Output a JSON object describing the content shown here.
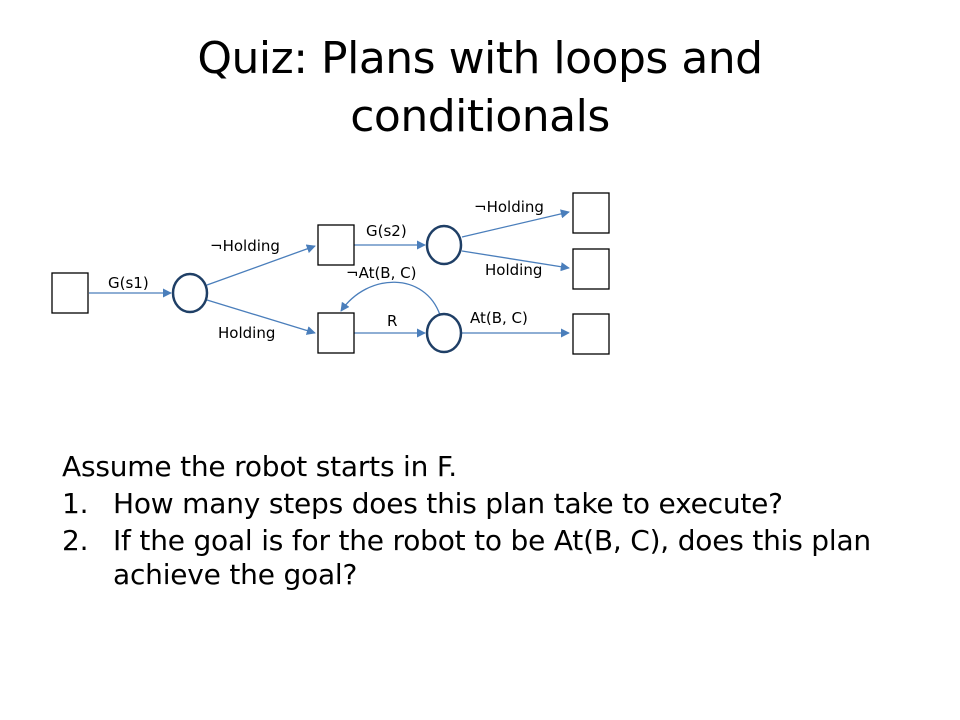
{
  "title": {
    "line1": "Quiz:  Plans with loops and",
    "line2": "conditionals"
  },
  "diagram": {
    "negation_symbol": "¬",
    "labels": {
      "g_s1": "G(s1)",
      "not_holding_1": "Holding",
      "holding_1": "Holding",
      "g_s2": "G(s2)",
      "not_at_bc": "At(B, C)",
      "r": "R",
      "not_holding_2": "Holding",
      "holding_2": "Holding",
      "at_bc": "At(B, C)"
    },
    "colors": {
      "edge": "#4a7ebb",
      "node_stroke": "#000000",
      "action_node_stroke": "#1f3f66"
    }
  },
  "body": {
    "intro": "Assume the robot starts in F.",
    "questions": [
      {
        "number": "1.",
        "text": "How many steps does this plan take to execute?"
      },
      {
        "number": "2.",
        "text": "If the goal is for the robot to be At(B, C), does this plan achieve the goal?"
      }
    ]
  }
}
